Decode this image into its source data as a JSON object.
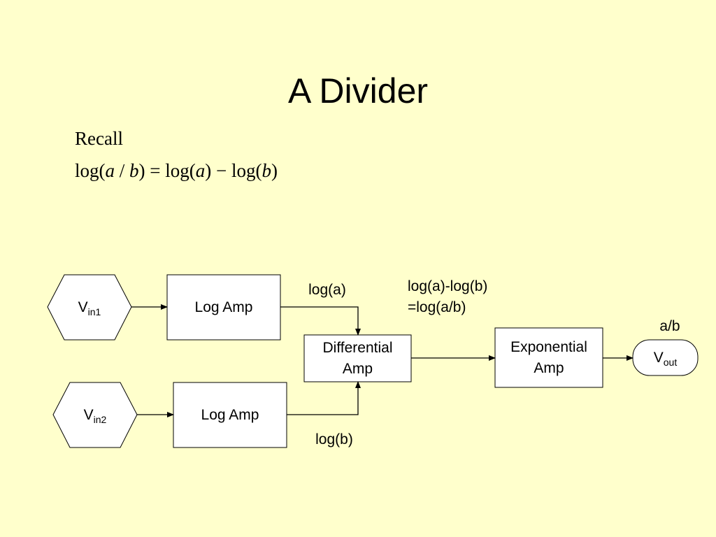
{
  "title": "A Divider",
  "recall": {
    "label": "Recall",
    "formula": {
      "p1": "log(",
      "a1": "a",
      "slash": " / ",
      "b1": "b",
      "p2": ") = log(",
      "a2": "a",
      "p3": ") − log(",
      "b2": "b",
      "p4": ")"
    }
  },
  "diagram": {
    "input1": {
      "main": "V",
      "sub": "in1"
    },
    "input2": {
      "main": "V",
      "sub": "in2"
    },
    "log_amp_1": "Log Amp",
    "log_amp_2": "Log Amp",
    "differential_amp": {
      "line1": "Differential",
      "line2": "Amp"
    },
    "exponential_amp": {
      "line1": "Exponential",
      "line2": "Amp"
    },
    "output": {
      "main": "V",
      "sub": "out"
    },
    "labels": {
      "log_a": "log(a)",
      "log_b": "log(b)",
      "diff_line1": "log(a)-log(b)",
      "diff_line2": "=log(a/b)",
      "ratio": "a/b"
    }
  }
}
